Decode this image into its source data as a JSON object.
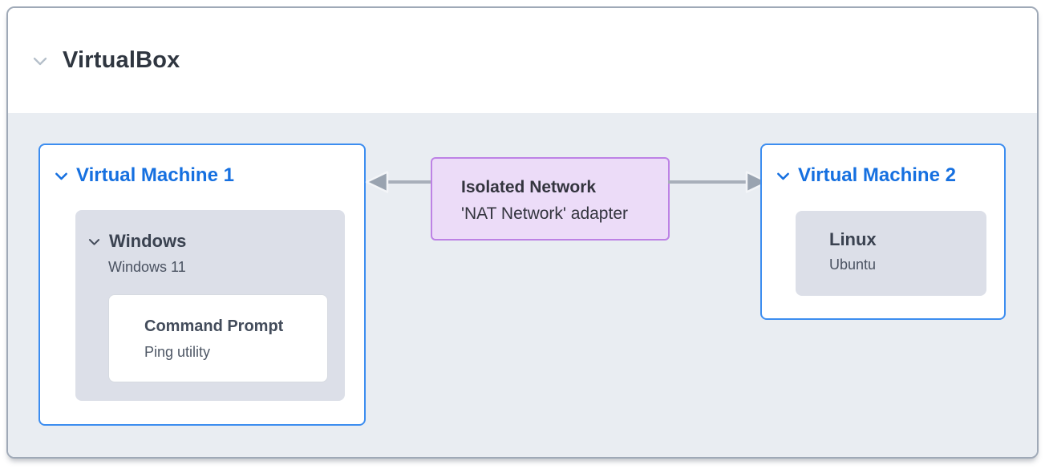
{
  "header": {
    "title": "VirtualBox",
    "collapse_icon": "chevron-down"
  },
  "vm1": {
    "title": "Virtual Machine 1",
    "collapse_icon": "chevron-down",
    "os": {
      "title": "Windows",
      "subtitle": "Windows 11",
      "collapse_icon": "chevron-down"
    },
    "app": {
      "title": "Command Prompt",
      "subtitle": "Ping utility"
    }
  },
  "network": {
    "title": "Isolated Network",
    "subtitle": "'NAT Network' adapter",
    "connections": [
      "arrow-to-vm1-left",
      "arrow-to-vm2-right"
    ]
  },
  "vm2": {
    "title": "Virtual Machine 2",
    "collapse_icon": "chevron-down",
    "os": {
      "title": "Linux",
      "subtitle": "Ubuntu"
    }
  },
  "colors": {
    "accent_blue": "#1670e0",
    "vm_border": "#3c8df0",
    "network_bg": "#ecdcf8",
    "network_border": "#bd82e5",
    "body_bg": "#e9edf2",
    "inner_box_bg": "#dcdfe8",
    "app_box_border": "#d6dae1",
    "arrow_line": "#a8afba",
    "arrow_head": "#99a3b0",
    "arrow_outline": "#f3f5f8",
    "container_border": "#9fa9b7",
    "text_dark": "#343b46",
    "text_gray": "#4a5261",
    "header_chevron": "#b5bfca"
  }
}
